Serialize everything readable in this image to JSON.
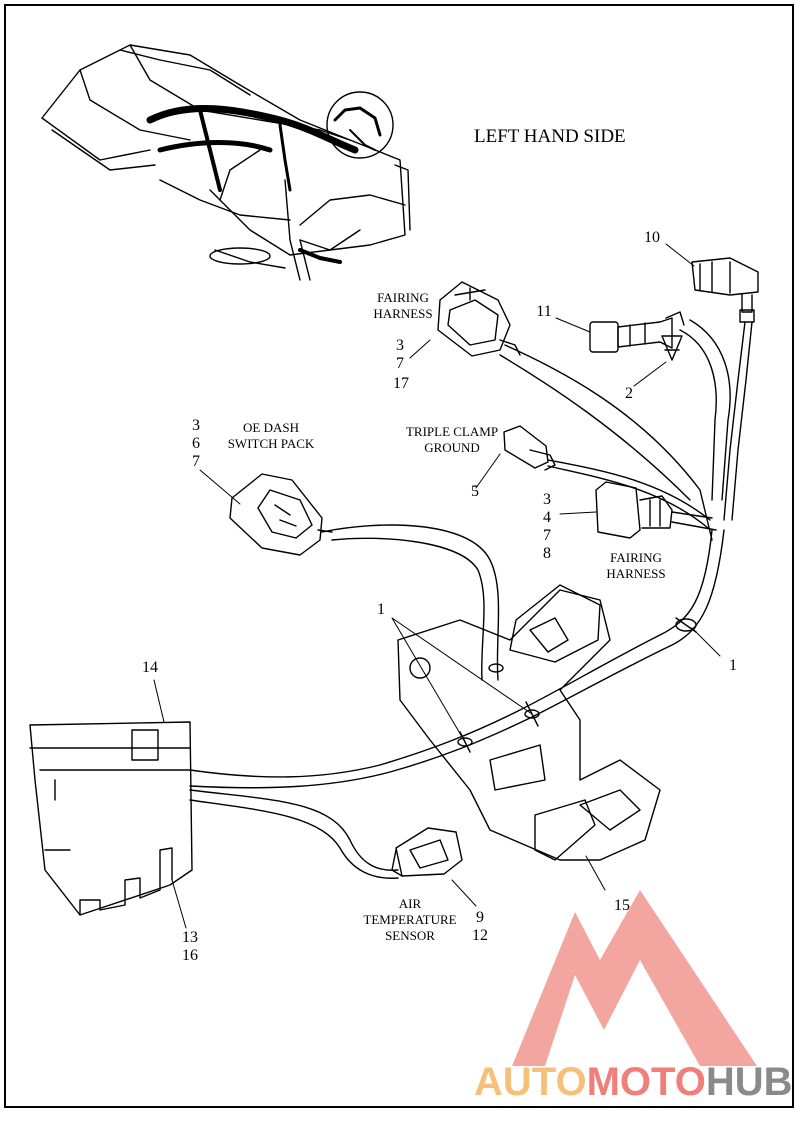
{
  "title": "LEFT HAND SIDE",
  "labels": {
    "fairing_harness_top": [
      "FAIRING",
      "HARNESS"
    ],
    "fairing_harness_top_refs": [
      "3",
      "7",
      "17"
    ],
    "oe_dash": [
      "OE DASH",
      "SWITCH PACK"
    ],
    "oe_dash_refs": [
      "3",
      "6",
      "7"
    ],
    "triple_clamp": [
      "TRIPLE CLAMP",
      "GROUND"
    ],
    "fairing_harness_right": [
      "FAIRING",
      "HARNESS"
    ],
    "fairing_harness_right_refs": [
      "3",
      "4",
      "7",
      "8"
    ],
    "air_temp": [
      "AIR",
      "TEMPERATURE",
      "SENSOR"
    ],
    "air_temp_refs": [
      "9",
      "12"
    ],
    "bottom_left_refs": [
      "13",
      "16"
    ]
  },
  "callouts": {
    "c10": "10",
    "c11": "11",
    "c2": "2",
    "c5": "5",
    "c1_left": "1",
    "c1_right": "1",
    "c14": "14",
    "c15": "15"
  },
  "watermark": {
    "part1": "AUTO",
    "part2": "MOTO",
    "part3": "HUB"
  },
  "colors": {
    "line": "#000000",
    "logo_triangle": "#f2a09a",
    "logo_orange": "#f7c07a",
    "logo_gray": "#8a8a8a",
    "logo_red": "#ef7f78"
  }
}
